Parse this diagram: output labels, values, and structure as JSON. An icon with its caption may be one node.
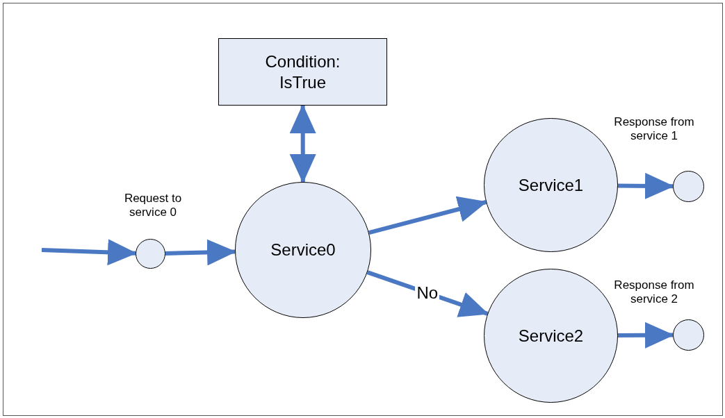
{
  "diagram": {
    "nodes": [
      {
        "text": [
          "Condition: IsTrue"
        ]
      },
      {
        "text": [],
        "shape": "circle",
        "beside": [
          "Request to service 0"
        ]
      },
      {
        "text": [
          "Service0"
        ]
      },
      {
        "text": [
          "Service1"
        ]
      },
      {
        "text": [
          "Service2"
        ]
      },
      {
        "text": [],
        "shape": "circle"
      },
      {
        "text": [],
        "shape": "circle"
      }
    ],
    "labels": [
      "Response from service 1",
      "Response from service 2"
    ],
    "edges": [
      {
        "from": null,
        "to": 1,
        "arrow": "to"
      },
      {
        "from": 1,
        "to": 2,
        "arrow": "to"
      },
      {
        "from": 0,
        "to": 2,
        "arrow": "both"
      },
      {
        "from": 2,
        "to": 3,
        "arrow": "to"
      },
      {
        "from": 2,
        "to": 4,
        "arrow": "to",
        "label": "No"
      },
      {
        "from": 3,
        "to": 5,
        "arrow": "to"
      },
      {
        "from": 4,
        "to": 6,
        "arrow": "to"
      }
    ]
  }
}
